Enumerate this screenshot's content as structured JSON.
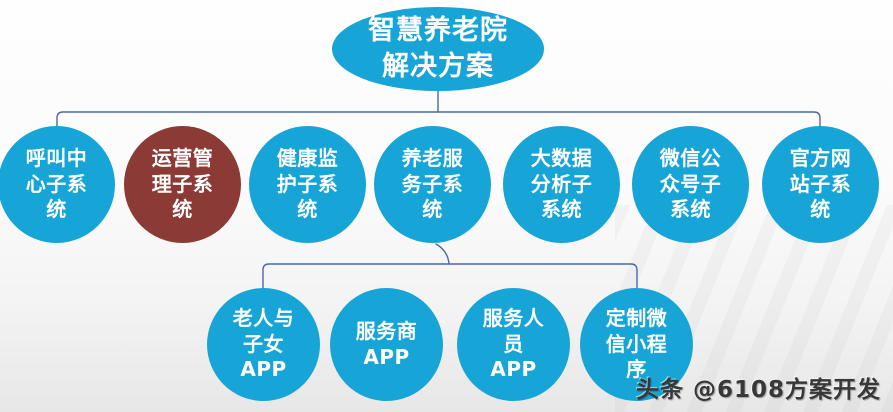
{
  "diagram": {
    "title": "智慧养老院解决方案",
    "root": {
      "label": "智慧养老院\n解决方案",
      "color": "#17a5d7"
    },
    "subsystems": [
      {
        "label": "呼叫中\n心子系\n统",
        "color": "#17a5d7"
      },
      {
        "label": "运营管\n理子系\n统",
        "color": "#8b3a36"
      },
      {
        "label": "健康监\n护子系\n统",
        "color": "#17a5d7"
      },
      {
        "label": "养老服\n务子系\n统",
        "color": "#17a5d7"
      },
      {
        "label": "大数据\n分析子\n系统",
        "color": "#17a5d7"
      },
      {
        "label": "微信公\n众号子\n系统",
        "color": "#17a5d7"
      },
      {
        "label": "官方网\n站子系\n统",
        "color": "#17a5d7"
      }
    ],
    "apps": [
      {
        "label": "老人与\n子女\nAPP",
        "color": "#17a5d7"
      },
      {
        "label": "服务商\nAPP",
        "color": "#17a5d7"
      },
      {
        "label": "服务人\n员\nAPP",
        "color": "#17a5d7"
      },
      {
        "label": "定制微\n信小程\n序",
        "color": "#17a5d7"
      }
    ],
    "highlight_color": "#8b3a36",
    "accent_color": "#17a5d7",
    "connector_color": "#4c69a2"
  },
  "watermark": {
    "text": "头条 @6108方案开发"
  }
}
